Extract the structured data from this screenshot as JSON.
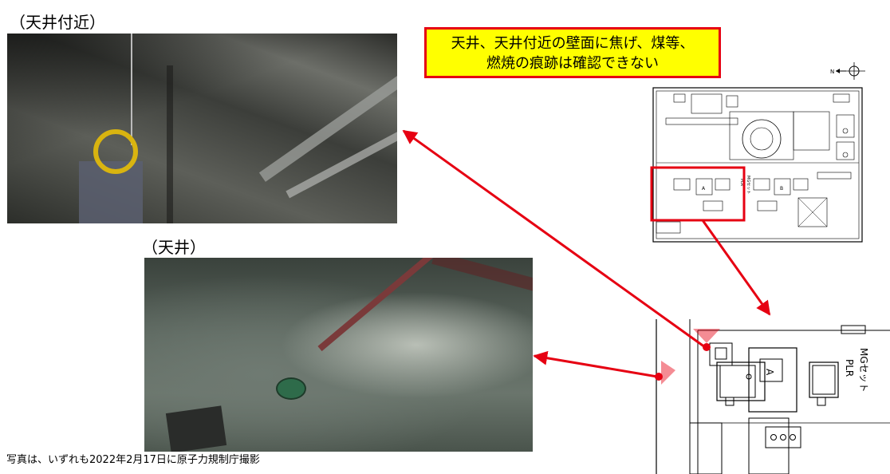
{
  "labels": {
    "near_ceiling": "（天井付近）",
    "ceiling": "（天井）"
  },
  "callout": {
    "line1": "天井、天井付近の壁面に焦げ、煤等、",
    "line2": "燃焼の痕跡は確認できない"
  },
  "floorplan": {
    "north_label": "N",
    "mark_a": "A",
    "mark_b": "B",
    "side_label_1": "PLR",
    "side_label_2": "MGセット"
  },
  "detail": {
    "mark_a": "A",
    "side_label_1": "PLR",
    "side_label_2": "MGセット"
  },
  "caption": "写真は、いずれも2022年2月17日に原子力規制庁撮影",
  "colors": {
    "callout_bg": "#ffff00",
    "callout_border": "#e60012",
    "arrow": "#e60012"
  }
}
